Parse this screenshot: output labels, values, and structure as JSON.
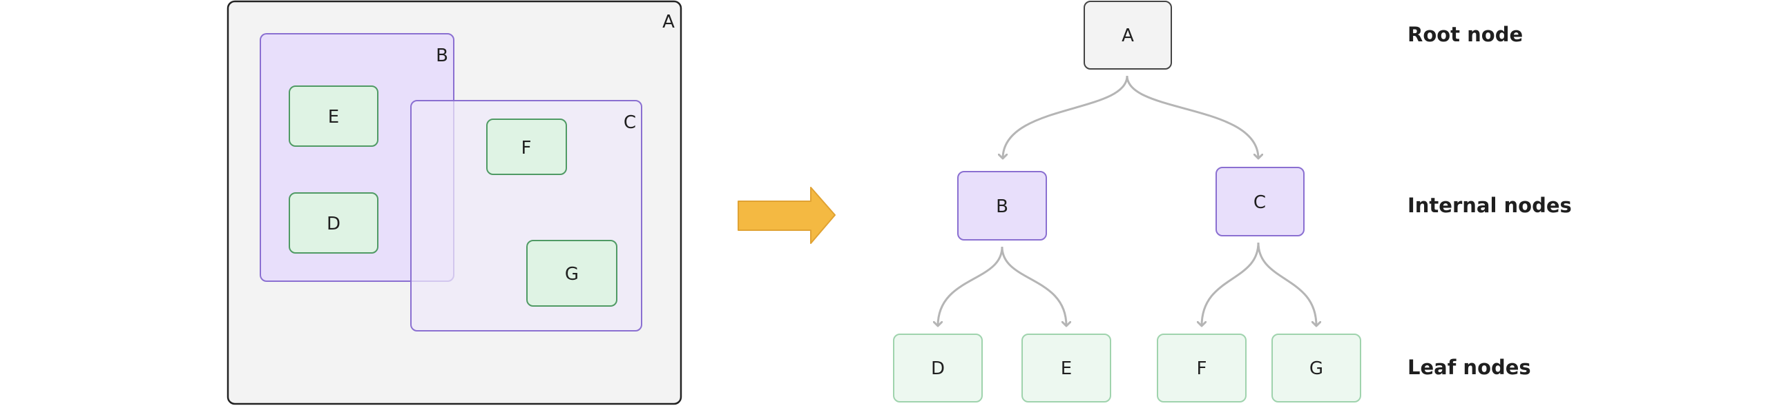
{
  "containment": {
    "outer": {
      "label": "A"
    },
    "group_b": {
      "label": "B"
    },
    "group_c": {
      "label": "C"
    },
    "leaves": {
      "e": "E",
      "d": "D",
      "f": "F",
      "g": "G"
    }
  },
  "tree": {
    "root": "A",
    "internal": [
      "B",
      "C"
    ],
    "leaves": [
      "D",
      "E",
      "F",
      "G"
    ]
  },
  "tiers": {
    "root": "Root node",
    "internal": "Internal nodes",
    "leaf": "Leaf nodes"
  },
  "colors": {
    "grey_fill": "#f3f3f3",
    "grey_stroke": "#222222",
    "purple_fill": "#e8dffb",
    "purple_stroke": "#8a6fd1",
    "purple_fill_light": "#efe9fa",
    "green_fill": "#dff3e4",
    "green_stroke": "#4f9a64",
    "green_fill_light": "#edf8f0",
    "green_stroke_light": "#9fd3ad",
    "edge": "#b5b5b5",
    "arrow_fill": "#f4b942",
    "arrow_stroke": "#e0a232"
  }
}
